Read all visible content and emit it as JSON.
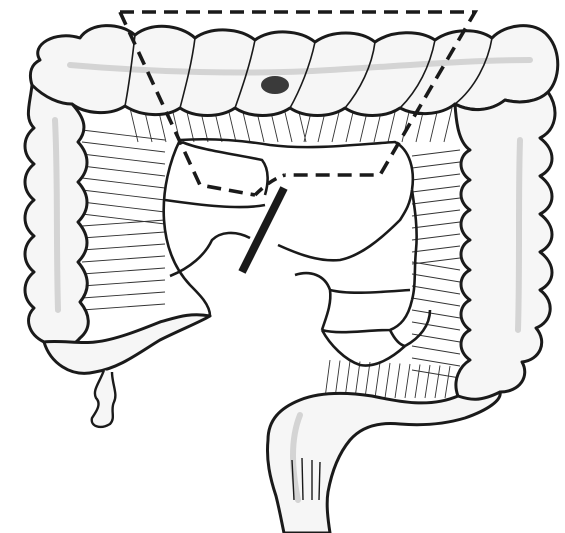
{
  "figure": {
    "subject": "colon-anatomy-illustration",
    "colors": {
      "background": "#ffffff",
      "outline": "#1a1a1a",
      "colon_fill": "#f6f6f6",
      "colon_shadow": "#d4d4d4",
      "tumor": "#3a3a3a",
      "resection_marker": "#1a1a1a"
    },
    "parts": [
      "transverse-colon",
      "ascending-colon",
      "descending-colon",
      "sigmoid-colon",
      "rectum",
      "appendix",
      "mesenteric-vessels",
      "tumor-lesion",
      "dashed-resection-region",
      "transection-bar"
    ]
  }
}
